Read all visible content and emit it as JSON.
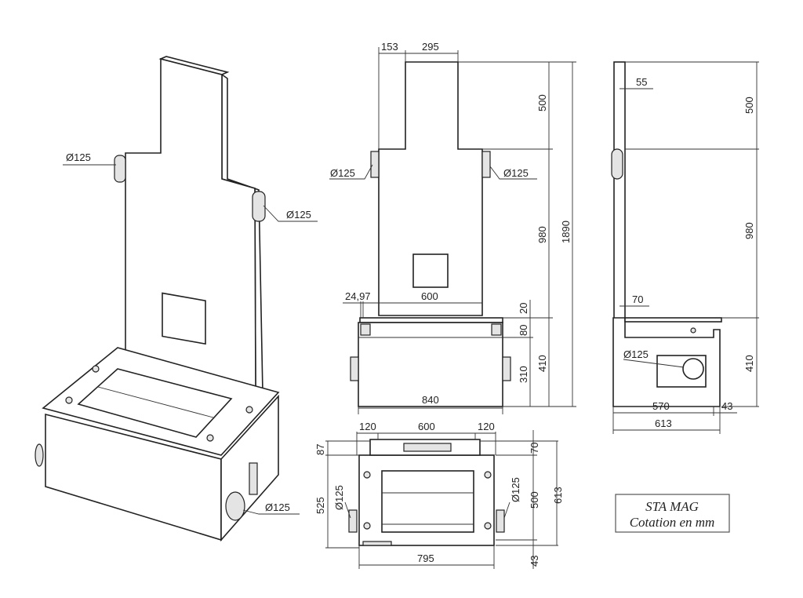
{
  "title_block": {
    "model": "STA MAG",
    "units_note": "Cotation en mm"
  },
  "iso_view": {
    "duct_left": "Ø125",
    "duct_right": "Ø125",
    "duct_base": "Ø125"
  },
  "front_view": {
    "offset_153": "153",
    "top_width_295": "295",
    "dim_500": "500",
    "dim_980": "980",
    "total_1890": "1890",
    "duct_left": "Ø125",
    "duct_right": "Ø125",
    "offset_24_97": "24,97",
    "plate_600": "600",
    "dim_20": "20",
    "dim_80": "80",
    "dim_310": "310",
    "dim_410": "410",
    "base_840": "840"
  },
  "side_view": {
    "thickness_55": "55",
    "dim_500": "500",
    "dim_980": "980",
    "depth_70": "70",
    "dim_410": "410",
    "duct": "Ø125",
    "dim_570": "570",
    "dim_43": "43",
    "dim_613": "613"
  },
  "top_view": {
    "dim_120_left": "120",
    "dim_600": "600",
    "dim_120_right": "120",
    "dim_87": "87",
    "dim_525": "525",
    "duct_left": "Ø125",
    "duct_right": "Ø125",
    "dim_500": "500",
    "dim_613": "613",
    "dim_70": "70",
    "dim_43": "43",
    "dim_795": "795"
  }
}
